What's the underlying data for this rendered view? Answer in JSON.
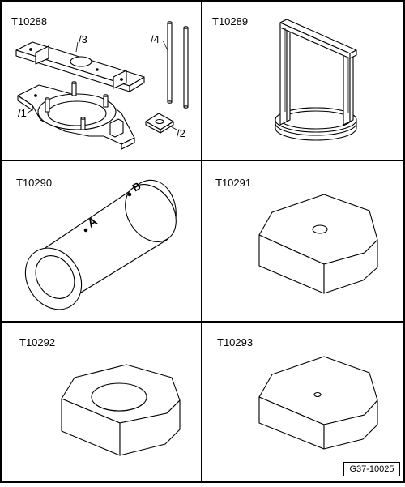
{
  "panels": [
    {
      "id": "T10288",
      "label": "T10288",
      "parts": [
        "/1",
        "/2",
        "/3",
        "/4"
      ]
    },
    {
      "id": "T10289",
      "label": "T10289"
    },
    {
      "id": "T10290",
      "label": "T10290",
      "marks": [
        "A",
        "B"
      ]
    },
    {
      "id": "T10291",
      "label": "T10291"
    },
    {
      "id": "T10292",
      "label": "T10292"
    },
    {
      "id": "T10293",
      "label": "T10293"
    }
  ],
  "reference": "G37-10025"
}
